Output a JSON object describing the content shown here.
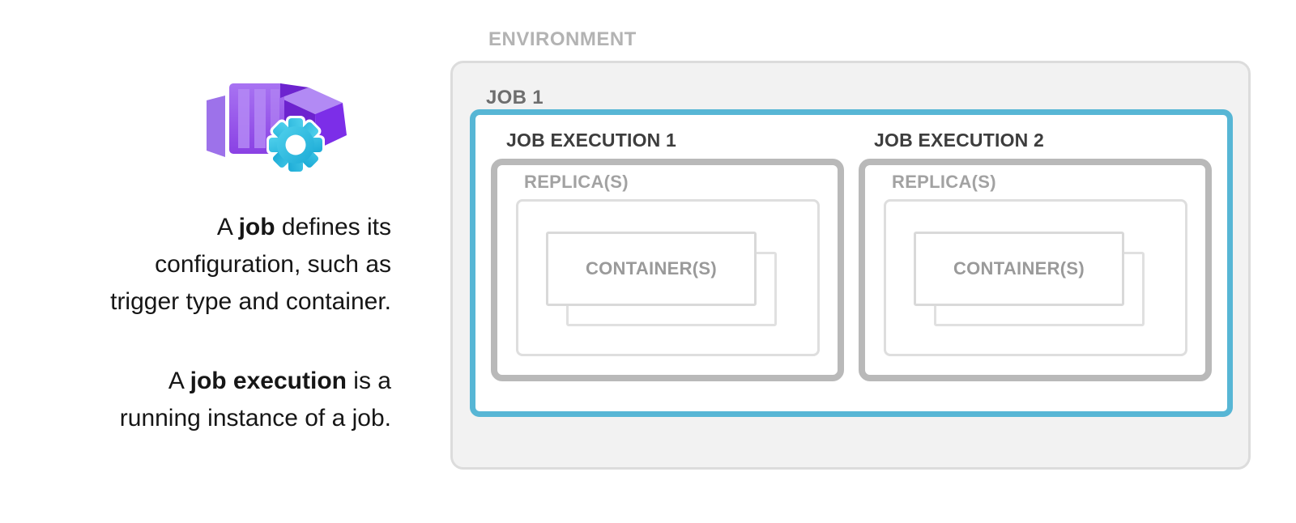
{
  "caption": {
    "p1_l1_pre": "A ",
    "p1_l1_bold": "job",
    "p1_l1_post": " defines its",
    "p1_l2": "configuration, such as",
    "p1_l3": "trigger type and container.",
    "p2_l1_pre": "A ",
    "p2_l1_bold": "job execution",
    "p2_l1_post": " is a",
    "p2_l2": "running instance of a job."
  },
  "diagram": {
    "environment_label": "ENVIRONMENT",
    "job_label": "JOB 1",
    "executions": [
      {
        "label": "JOB EXECUTION 1",
        "replica_label": "REPLICA(S)",
        "container_label": "CONTAINER(S)"
      },
      {
        "label": "JOB EXECUTION 2",
        "replica_label": "REPLICA(S)",
        "container_label": "CONTAINER(S)"
      }
    ]
  },
  "icon": {
    "name": "container-apps-job-icon",
    "description": "purple container with cyan gear"
  },
  "colors": {
    "accent_blue": "#57b6d5",
    "execution_border_gray": "#b9b9b9",
    "light_border_gray": "#dedede",
    "environment_fill": "#f2f2f2",
    "dark_label": "#3d3d3d",
    "mid_label": "#6e6e6e",
    "faint_label": "#b3b3b3",
    "icon_purple": "#8a41e4",
    "icon_gear_cyan": "#2fc0e0",
    "text_black": "#161616"
  }
}
